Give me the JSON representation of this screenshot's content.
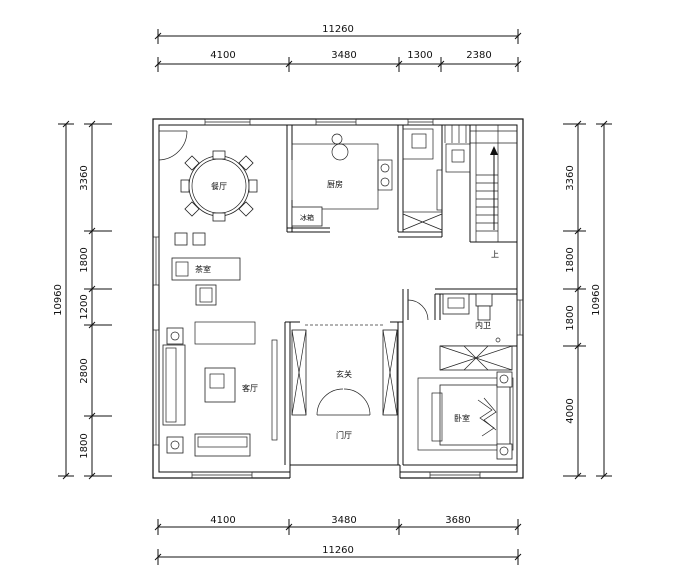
{
  "dimensions": {
    "top_total": "11260",
    "top_segments": [
      "4100",
      "3480",
      "1300",
      "2380"
    ],
    "bottom_total": "11260",
    "bottom_segments": [
      "4100",
      "3480",
      "3680"
    ],
    "left_total": "10960",
    "left_segments": [
      "3360",
      "1800",
      "1200",
      "2800",
      "1800"
    ],
    "right_total": "10960",
    "right_segments": [
      "3360",
      "1800",
      "1800",
      "4000"
    ]
  },
  "rooms": {
    "dining": "餐厅",
    "kitchen": "厨房",
    "fridge": "冰箱",
    "tea_room": "茶室",
    "living_room": "客厅",
    "entrance": "玄关",
    "foyer": "门厅",
    "inner_bath": "内卫",
    "bedroom": "卧室",
    "stairs_up": "上"
  }
}
